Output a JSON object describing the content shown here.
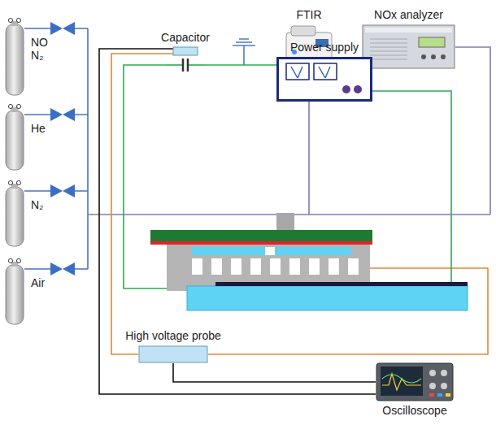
{
  "diagram": {
    "nodes": [
      {
        "text": [
          "FTIR"
        ]
      },
      {
        "text": [
          "NOx analyzer"
        ]
      },
      {
        "text": [
          "Capacitor"
        ]
      },
      {
        "text": [
          "Power supply"
        ]
      },
      {
        "text": [
          "NO N₂"
        ]
      },
      {
        "text": [
          "He"
        ]
      },
      {
        "text": [
          "N₂"
        ]
      },
      {
        "text": [
          "Air"
        ]
      },
      {
        "text": [
          "High voltage probe"
        ]
      },
      {
        "text": [
          "Oscilloscope"
        ]
      }
    ],
    "edges": [
      {
        "from": 2,
        "to": 3,
        "arrow": "none"
      },
      {
        "from": 8,
        "to": 9,
        "arrow": "none"
      }
    ]
  }
}
